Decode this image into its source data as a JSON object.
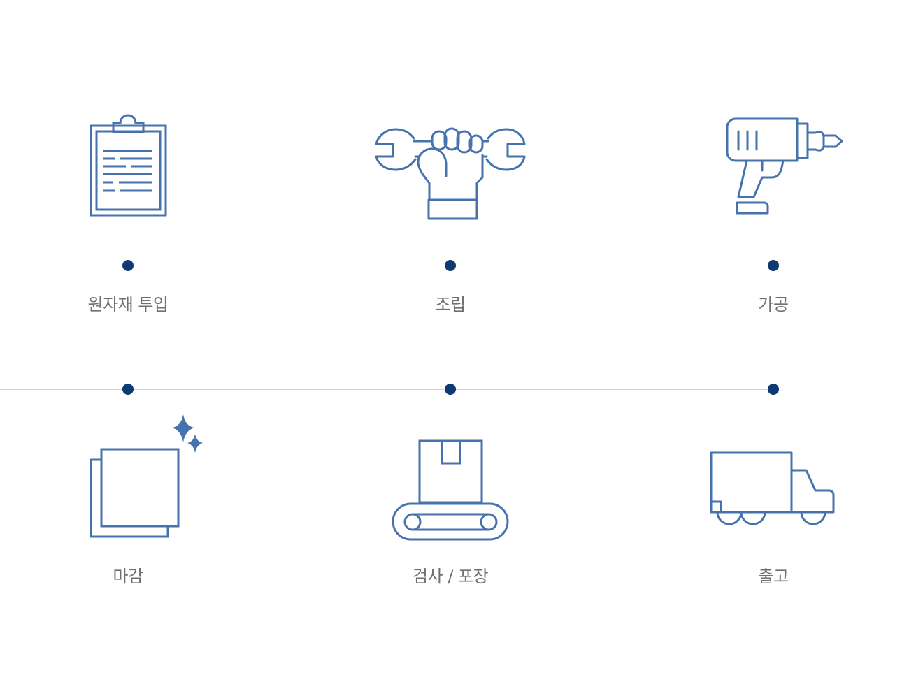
{
  "colors": {
    "icon_stroke": "#4672ae",
    "dot": "#0d3a72",
    "line": "#cfcfcf",
    "label_text": "#707070"
  },
  "steps": [
    {
      "label": "원자재 투입",
      "icon": "clipboard-icon"
    },
    {
      "label": "조립",
      "icon": "wrench-hand-icon"
    },
    {
      "label": "가공",
      "icon": "drill-icon"
    },
    {
      "label": "마감",
      "icon": "polished-sheet-icon"
    },
    {
      "label": "검사 / 포장",
      "icon": "conveyor-box-icon"
    },
    {
      "label": "출고",
      "icon": "truck-icon"
    }
  ]
}
